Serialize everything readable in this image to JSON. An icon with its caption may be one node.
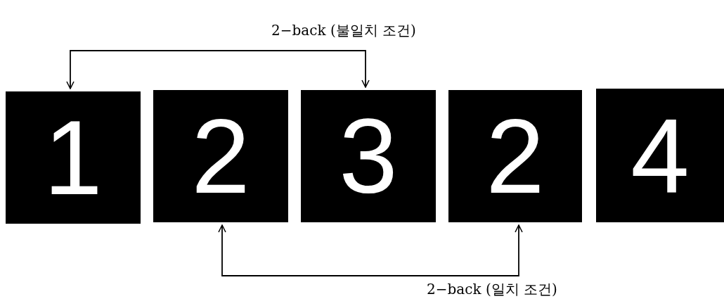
{
  "diagram": {
    "nodes": [
      {
        "text": [
          "1"
        ]
      },
      {
        "text": [
          "2"
        ]
      },
      {
        "text": [
          "3"
        ]
      },
      {
        "text": [
          "2"
        ]
      },
      {
        "text": [
          "4"
        ]
      }
    ],
    "edges": [
      {
        "from": 0,
        "to": 2,
        "arrow": "both",
        "label": "2−back (불일치 조건)"
      },
      {
        "from": 1,
        "to": 3,
        "arrow": "both",
        "label": "2−back (일치 조건)"
      }
    ]
  }
}
